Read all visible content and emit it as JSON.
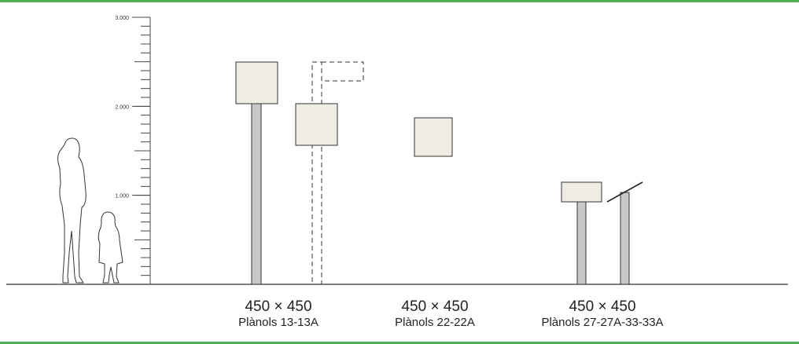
{
  "scale": {
    "ticks": [
      {
        "label": "3.000",
        "value": 3000
      },
      {
        "label": "2.000",
        "value": 2000
      },
      {
        "label": "1.000",
        "value": 1000
      }
    ],
    "max": 3000
  },
  "colors": {
    "panel_fill": "#efece4",
    "post_fill": "#c8c8c8",
    "stroke": "#333333",
    "frame_accent": "#4caf50"
  },
  "groups": [
    {
      "size_label": "450 × 450",
      "plan_label": "Plànols 13-13A"
    },
    {
      "size_label": "450 × 450",
      "plan_label": "Plànols 22-22A"
    },
    {
      "size_label": "450 × 450",
      "plan_label": "Plànols 27-27A-33-33A"
    }
  ]
}
